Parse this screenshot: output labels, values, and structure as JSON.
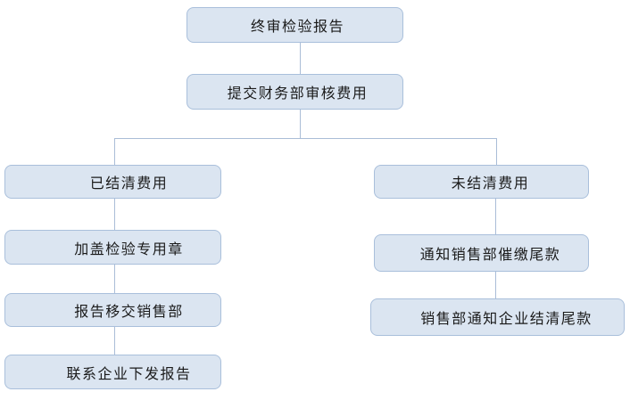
{
  "diagram": {
    "type": "flowchart",
    "language": "zh-CN",
    "background_color": "#ffffff",
    "node_fill_color": "#dbe5f1",
    "node_border_color": "#a9bfdb",
    "connector_color": "#aabdd7",
    "text_color": "#1a1a1a",
    "nodes": {
      "final_report": {
        "label": "终审检验报告"
      },
      "submit_finance": {
        "label": "提交财务部审核费用"
      },
      "fees_settled": {
        "label": "已结清费用"
      },
      "stamp_seal": {
        "label": "加盖检验专用章"
      },
      "report_to_sales": {
        "label": "报告移交销售部"
      },
      "contact_enterprise": {
        "label": "联系企业下发报告"
      },
      "fees_unsettled": {
        "label": "未结清费用"
      },
      "notify_sales": {
        "label": "通知销售部催缴尾款"
      },
      "sales_notify_enterprise": {
        "label": "销售部通知企业结清尾款"
      }
    },
    "edges": [
      {
        "from": "final_report",
        "to": "submit_finance"
      },
      {
        "from": "submit_finance",
        "to": "fees_settled"
      },
      {
        "from": "submit_finance",
        "to": "fees_unsettled"
      },
      {
        "from": "fees_settled",
        "to": "stamp_seal"
      },
      {
        "from": "stamp_seal",
        "to": "report_to_sales"
      },
      {
        "from": "report_to_sales",
        "to": "contact_enterprise"
      },
      {
        "from": "fees_unsettled",
        "to": "notify_sales"
      },
      {
        "from": "notify_sales",
        "to": "sales_notify_enterprise"
      }
    ]
  }
}
